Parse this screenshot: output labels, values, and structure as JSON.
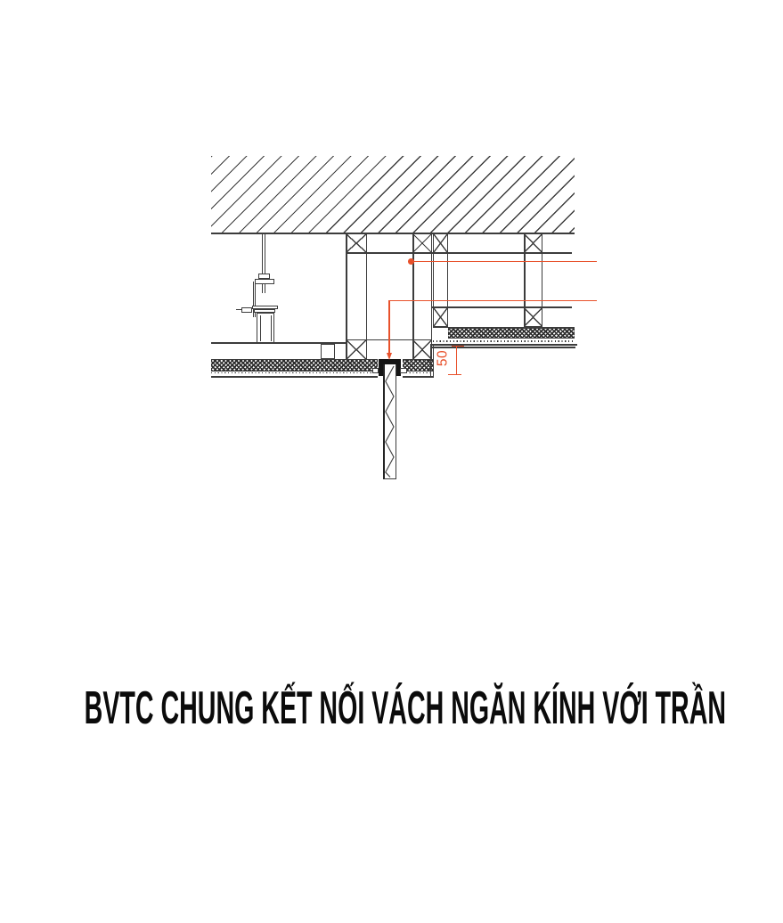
{
  "title": {
    "text": "BVTC CHUNG KẾT NỐI VÁCH NGĂN KÍNH VỚI TRẦN"
  },
  "drawing": {
    "type": "architectural-detail-section",
    "subject": "glass-partition-to-ceiling-connection",
    "dimension_value": "50"
  },
  "colors": {
    "background": "#ffffff",
    "line": "#3c3c3c",
    "black_fill": "#161616",
    "accent_red": "#e8512b",
    "title_black": "#0b0b0b"
  }
}
